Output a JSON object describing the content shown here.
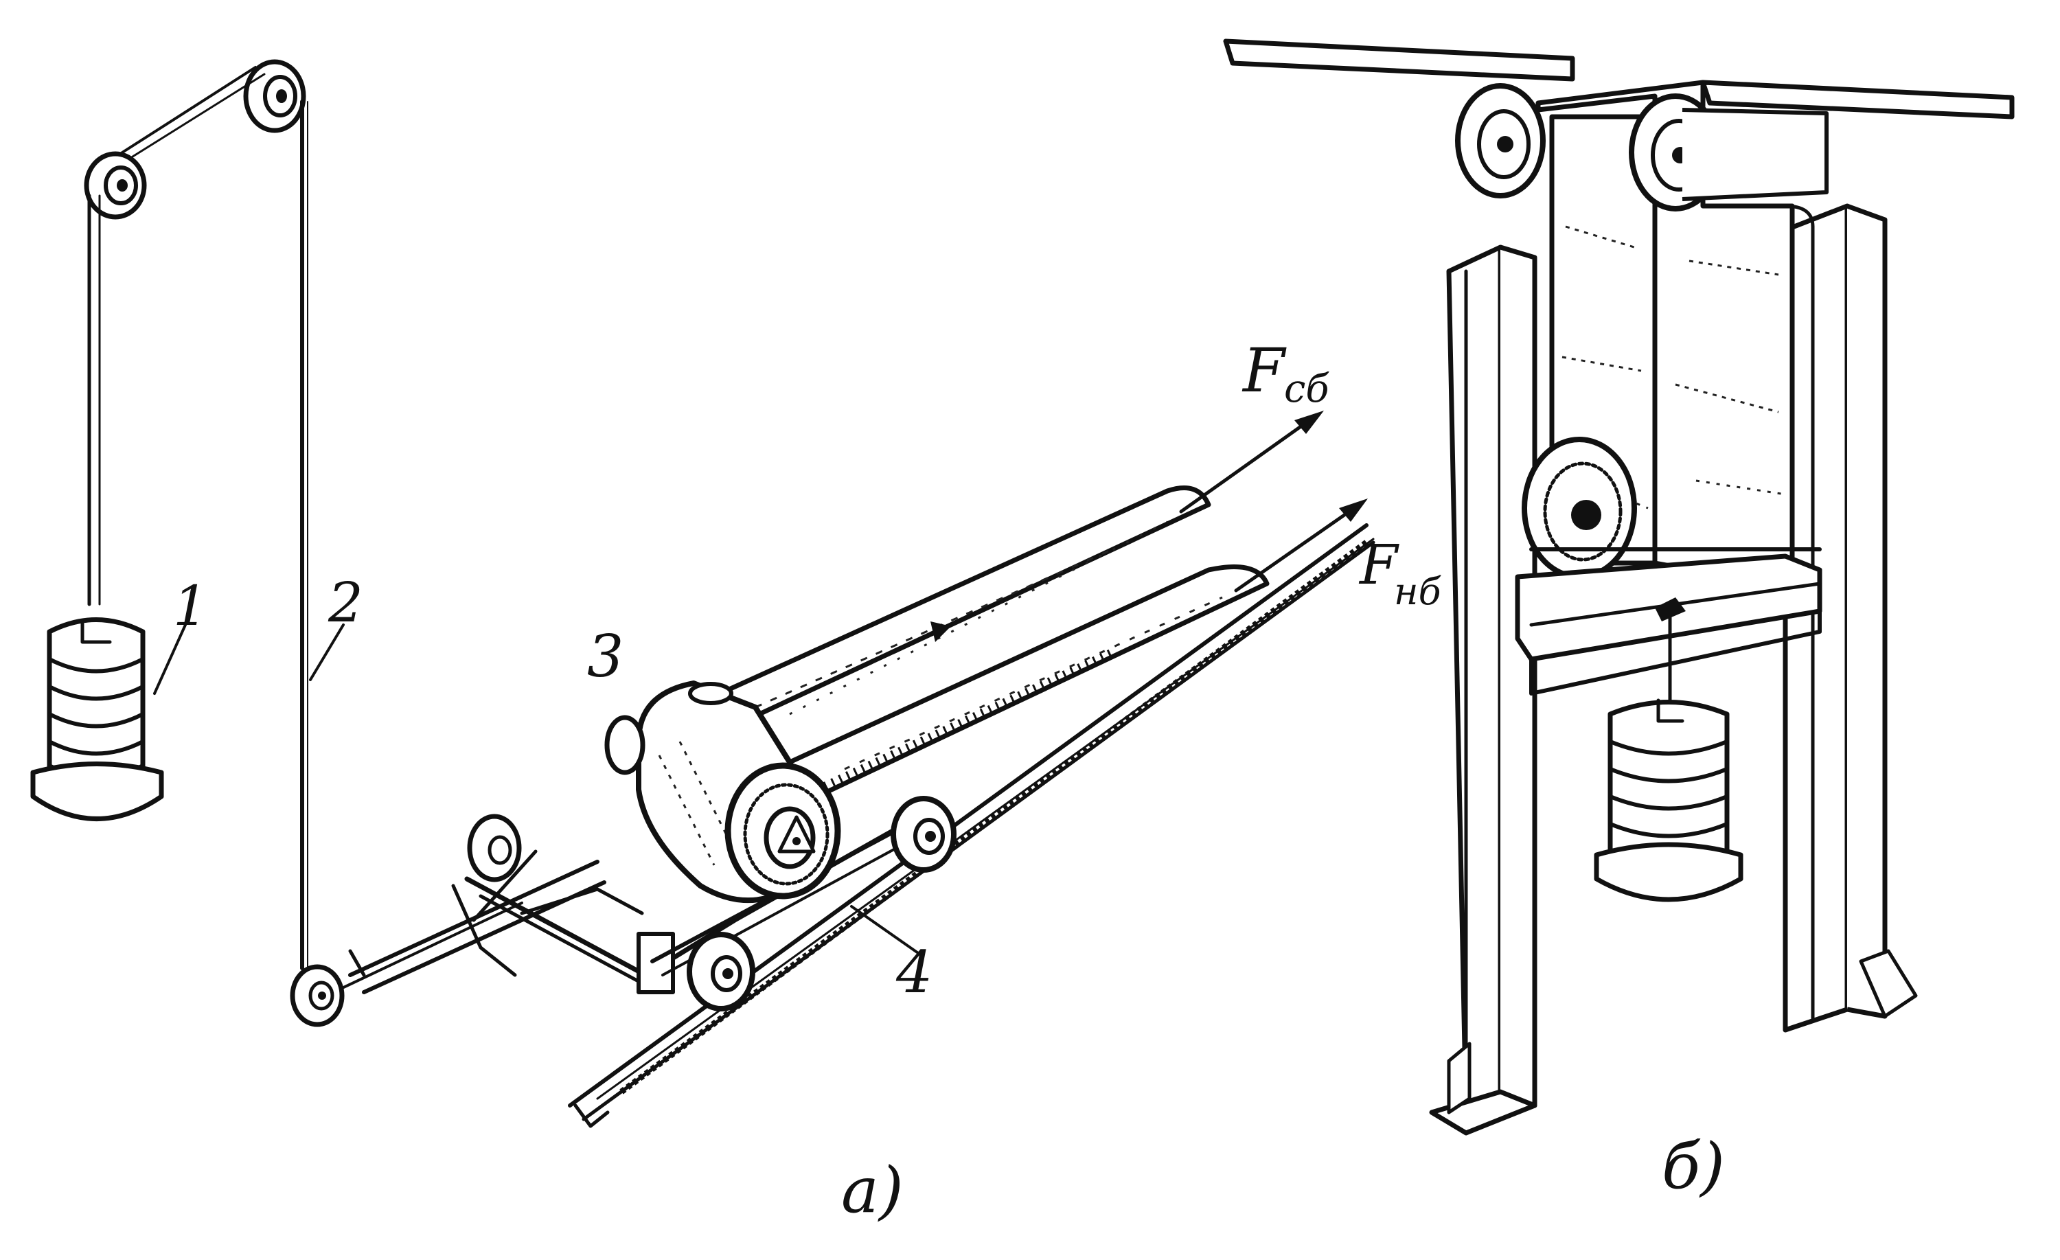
{
  "labels": {
    "weight": "1",
    "cable": "2",
    "pulley": "3",
    "carriage": "4",
    "f_tight": "F",
    "f_tight_sub": "сб",
    "f_slack": "F",
    "f_slack_sub": "нб",
    "caption_a": "а)",
    "caption_b": "б)"
  }
}
